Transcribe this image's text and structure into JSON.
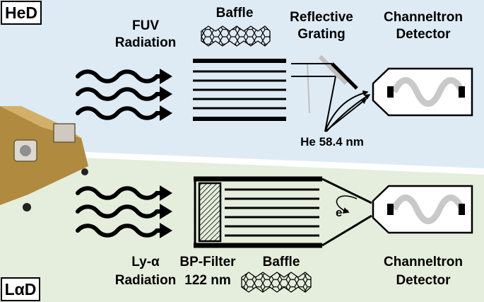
{
  "panels": {
    "top": {
      "tag": "HeD",
      "source_label": [
        "FUV",
        "Radiation"
      ],
      "baffle_label": "Baffle",
      "grating_label": [
        "Reflective",
        "Grating"
      ],
      "detector_label": [
        "Channeltron",
        "Detector"
      ],
      "line_label": "He 58.4 nm"
    },
    "bottom": {
      "tag": "LαD",
      "source_label": [
        "Ly-α",
        "Radiation"
      ],
      "filter_label": [
        "BP-Filter",
        "122 nm"
      ],
      "baffle_label": "Baffle",
      "detector_label": [
        "Channeltron",
        "Detector"
      ],
      "electron_label": "e⁻"
    }
  },
  "colors": {
    "top_background": "#deebf5",
    "bottom_background": "#e5eedc",
    "separator": "#ffffff",
    "lines": "#000000",
    "detector_coil": "#c9c9c9",
    "instrument": "#b08a3e"
  },
  "icons": [
    "wave-arrow-icon",
    "hexagon-mesh-icon",
    "channeltron-detector-icon",
    "instrument-photo"
  ]
}
